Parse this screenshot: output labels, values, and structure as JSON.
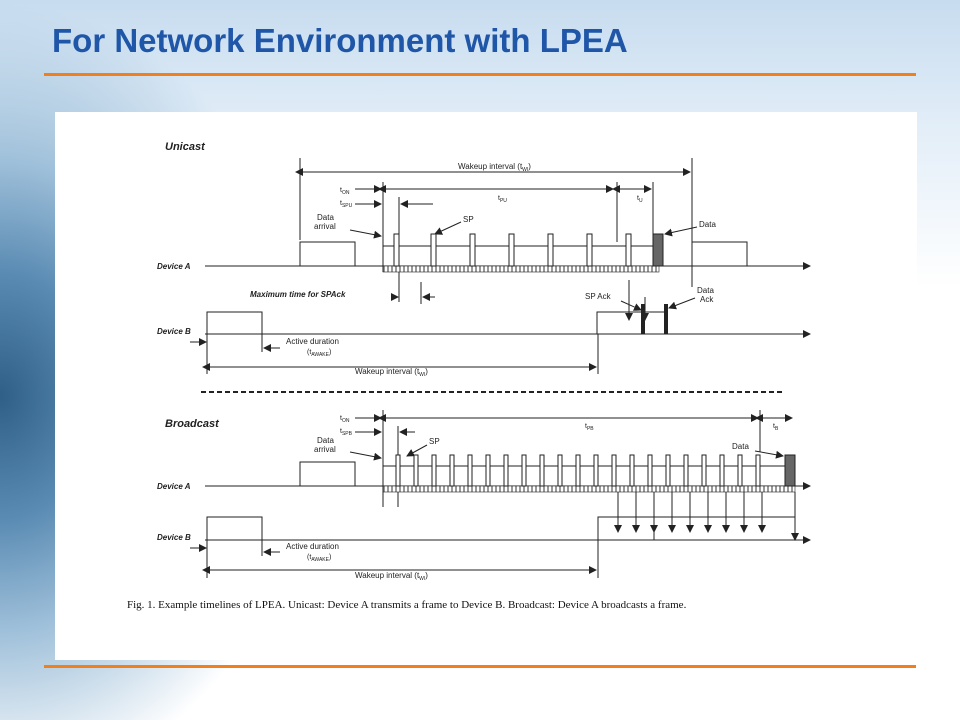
{
  "slide": {
    "title": "For Network Environment with LPEA",
    "accent_color": "#f07f1c",
    "title_color": "#1f56a8"
  },
  "figure": {
    "unicast": {
      "section_label": "Unicast",
      "wakeup_interval": "Wakeup interval (t",
      "wakeup_sub": "WI",
      "t_on": "t",
      "t_on_sub": "ON",
      "t_spu": "t",
      "t_spu_sub": "SPU",
      "t_pu": "t",
      "t_pu_sub": "PU",
      "t_u": "t",
      "t_u_sub": "U",
      "data_arrival_1": "Data",
      "data_arrival_2": "arrival",
      "sp": "SP",
      "data": "Data",
      "device_a": "Device A",
      "max_time_spack": "Maximum time for SPAck",
      "sp_ack": "SP Ack",
      "data_ack_1": "Data",
      "data_ack_2": "Ack",
      "device_b": "Device B",
      "active_duration": "Active duration",
      "active_duration_sym": "(t",
      "active_duration_sub": "AWAKE",
      "wakeup_interval_b": "Wakeup interval (t",
      "wakeup_sub_b": "WI"
    },
    "broadcast": {
      "section_label": "Broadcast",
      "t_on": "t",
      "t_on_sub": "ON",
      "t_spb": "t",
      "t_spb_sub": "SPB",
      "t_pb": "t",
      "t_pb_sub": "PB",
      "t_b": "t",
      "t_b_sub": "B",
      "data_arrival_1": "Data",
      "data_arrival_2": "arrival",
      "sp": "SP",
      "data": "Data",
      "device_a": "Device A",
      "device_b": "Device B",
      "active_duration": "Active duration",
      "active_duration_sym": "(t",
      "active_duration_sub": "AWAKE",
      "wakeup_interval": "Wakeup interval (t",
      "wakeup_sub": "WI"
    },
    "caption": "Fig. 1.    Example timelines of LPEA. Unicast: Device A transmits a frame to Device B. Broadcast: Device A broadcasts a frame."
  }
}
